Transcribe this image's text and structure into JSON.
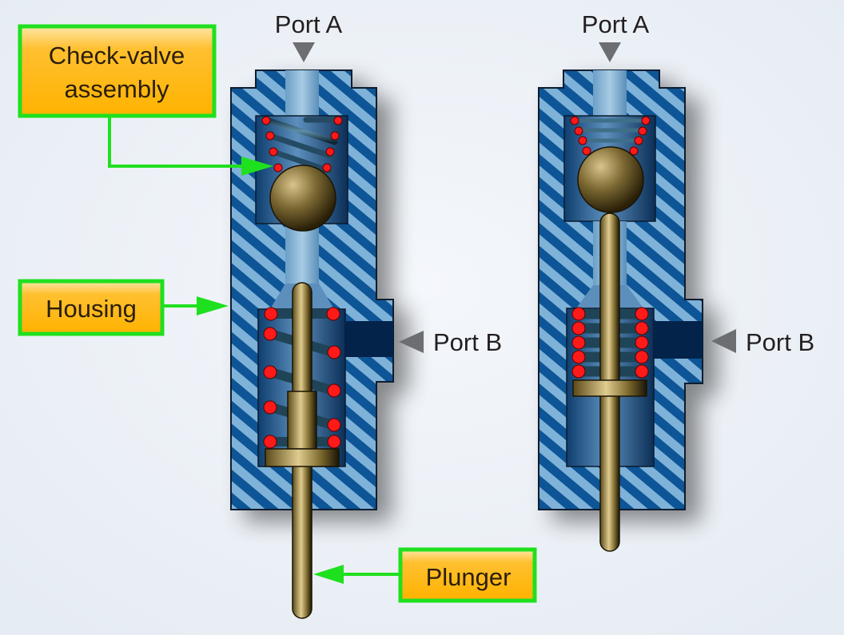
{
  "diagram": {
    "title": "Check valve with plunger — two states",
    "colors": {
      "callout_border": "#1fe01f",
      "callout_fill_top": "#ffd46a",
      "callout_fill": "#ffb300",
      "housing_dark": "#0a4f8f",
      "housing_light": "#7fb2d8",
      "port_passage": "#03234a",
      "spring_end": "#ff1a1a",
      "plunger": "#8a7436",
      "port_arrow": "#6d6e71"
    },
    "callouts": {
      "check_valve": {
        "line1": "Check-valve",
        "line2": "assembly"
      },
      "housing": "Housing",
      "plunger": "Plunger"
    },
    "valves": [
      {
        "name": "left",
        "state": "ball seated, spring extended",
        "port_a": "Port A",
        "port_b": "Port B"
      },
      {
        "name": "right",
        "state": "ball unseated by plunger, spring compressed",
        "port_a": "Port A",
        "port_b": "Port B"
      }
    ]
  }
}
